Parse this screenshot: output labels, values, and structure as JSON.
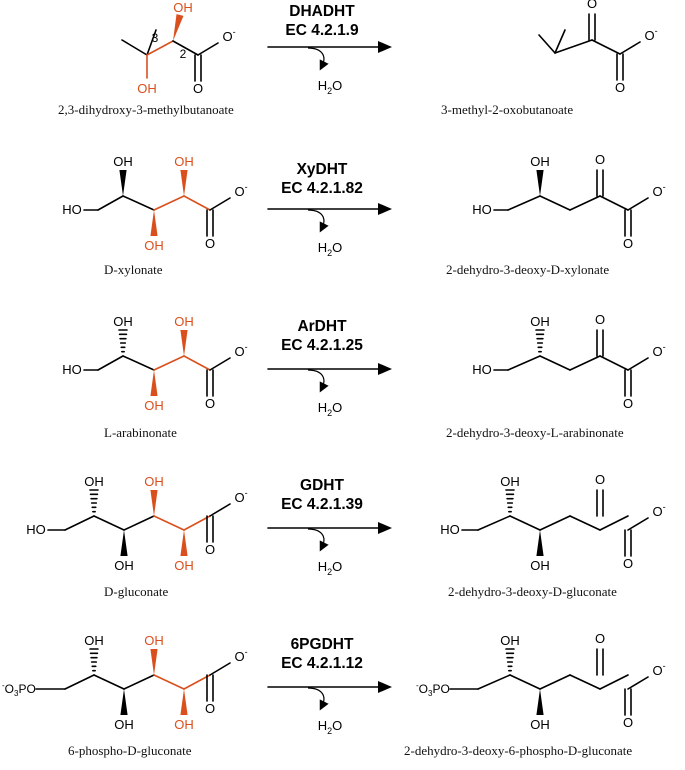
{
  "colors": {
    "bond": "#000000",
    "highlight": "#d9501e"
  },
  "labels": {
    "oh": "OH",
    "ho": "HO",
    "o": "O",
    "o_minus": "-",
    "water": "H",
    "water_sub": "2",
    "water_o": "O",
    "phos_pre": "-",
    "phos": "O",
    "phos_sub": "3",
    "phos_post": "PO"
  },
  "reactions": [
    {
      "enzyme": "DHADHT",
      "ec": "EC 4.2.1.9",
      "substrate": "2,3-dihydroxy-3-methylbutanoate",
      "product": "3-methyl-2-oxobutanoate",
      "atom_labels": [
        "3",
        "2"
      ]
    },
    {
      "enzyme": "XyDHT",
      "ec": "EC 4.2.1.82",
      "substrate": "D-xylonate",
      "product": "2-dehydro-3-deoxy-D-xylonate"
    },
    {
      "enzyme": "ArDHT",
      "ec": "EC 4.2.1.25",
      "substrate": "L-arabinonate",
      "product": "2-dehydro-3-deoxy-L-arabinonate"
    },
    {
      "enzyme": "GDHT",
      "ec": "EC 4.2.1.39",
      "substrate": "D-gluconate",
      "product": "2-dehydro-3-deoxy-D-gluconate"
    },
    {
      "enzyme": "6PGDHT",
      "ec": "EC 4.2.1.12",
      "substrate": "6-phospho-D-gluconate",
      "product": "2-dehydro-3-deoxy-6-phospho-D-gluconate"
    }
  ]
}
